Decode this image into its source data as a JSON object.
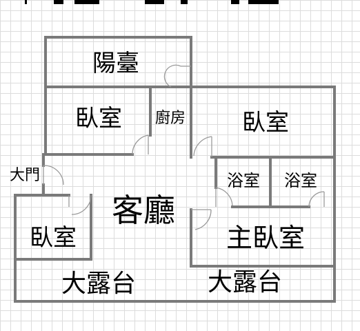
{
  "rooms": {
    "balcony": "陽臺",
    "bedroom_1": "臥室",
    "kitchen": "廚房",
    "bedroom_2": "臥室",
    "bath_1": "浴室",
    "bath_2": "浴室",
    "main_door": "大門",
    "living_room": "客廳",
    "bedroom_3": "臥室",
    "master_bedroom": "主臥室",
    "terrace_left": "大露台",
    "terrace_right": "大露台"
  },
  "colors": {
    "wall": "#7a7a7a",
    "door": "#9a9a9a",
    "grid": "#dcdcdc",
    "text": "#000000"
  }
}
